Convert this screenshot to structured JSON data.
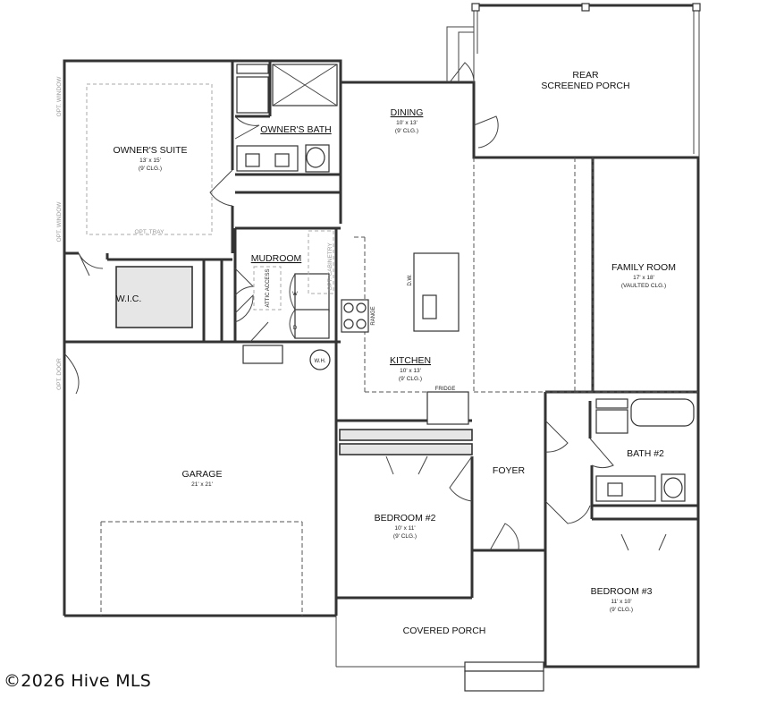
{
  "rooms": {
    "owners_suite": {
      "name": "OWNER'S SUITE",
      "dims": "13' x 15'",
      "ceiling": "(9' CLG.)"
    },
    "owners_bath": {
      "name": "OWNER'S BATH"
    },
    "wic": {
      "name": "W.I.C."
    },
    "mudroom": {
      "name": "MUDROOM"
    },
    "dining": {
      "name": "DINING",
      "dims": "10' x 13'",
      "ceiling": "(9' CLG.)"
    },
    "rear_porch": {
      "line1": "REAR",
      "line2": "SCREENED PORCH"
    },
    "family_room": {
      "name": "FAMILY ROOM",
      "dims": "17' x 18'",
      "ceiling": "(VAULTED CLG.)"
    },
    "kitchen": {
      "name": "KITCHEN",
      "dims": "10' x 13'",
      "ceiling": "(9' CLG.)"
    },
    "garage": {
      "name": "GARAGE",
      "dims": "21' x 21'"
    },
    "foyer": {
      "name": "FOYER"
    },
    "bath2": {
      "name": "BATH #2"
    },
    "bedroom2": {
      "name": "BEDROOM #2",
      "dims": "10' x 11'",
      "ceiling": "(9' CLG.)"
    },
    "bedroom3": {
      "name": "BEDROOM #3",
      "dims": "11' x 10'",
      "ceiling": "(9' CLG.)"
    },
    "covered_porch": {
      "name": "COVERED PORCH"
    }
  },
  "notes": {
    "opt_window_1": "OPT. WINDOW",
    "opt_window_2": "OPT. WINDOW",
    "opt_tray": "OPT. TRAY",
    "opt_door": "OPT. DOOR",
    "opt_cabinetry": "OPT. CABINETRY",
    "attic_access": "ATTIC ACCESS"
  },
  "fixtures": {
    "range": "RANGE",
    "dw": "D.W.",
    "fridge": "FRIDGE",
    "wh": "W.H.",
    "washer": "W",
    "dryer": "D"
  },
  "watermark": "©2026 Hive MLS"
}
